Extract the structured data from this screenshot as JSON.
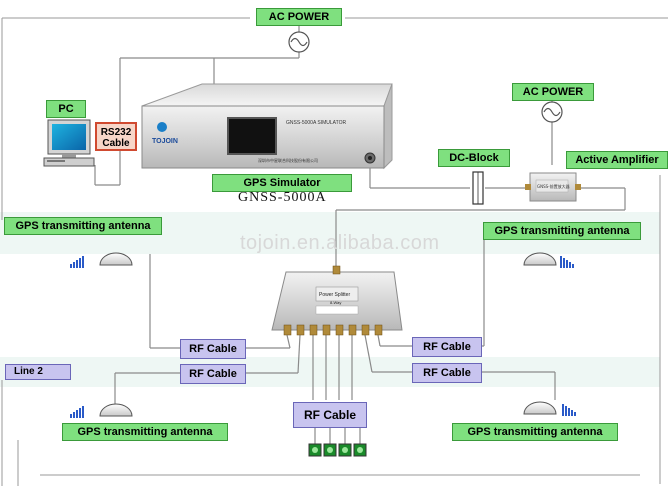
{
  "labels": {
    "ac_power_top": "AC POWER",
    "ac_power_right": "AC POWER",
    "pc": "PC",
    "rs232_line1": "RS232",
    "rs232_line2": "Cable",
    "dc_block": "DC-Block",
    "active_amplifier": "Active Amplifier",
    "gps_simulator": "GPS Simulator",
    "model": "GNSS-5000A",
    "antenna_top_left": "GPS transmitting antenna",
    "antenna_top_right": "GPS transmitting antenna",
    "antenna_bottom_left": "GPS transmitting antenna",
    "antenna_bottom_right": "GPS transmitting antenna",
    "rf_cable_left_1": "RF Cable",
    "rf_cable_left_2": "RF Cable",
    "rf_cable_right_1": "RF Cable",
    "rf_cable_right_2": "RF Cable",
    "rf_cable_center": "RF Cable",
    "line2": "Line 2",
    "watermark": "tojoin.en.alibaba.com"
  },
  "device": {
    "brand": "TOJOIN",
    "panel_title": "GNSS-5000A  SIMULATOR",
    "panel_subtitle": "深圳市中星联合科技股份有限公司",
    "splitter_title": "Power Splitter",
    "splitter_sub": "8-Way",
    "amp_label": "GNSS-前置放大器"
  },
  "colors": {
    "label_green": "#7fe07f",
    "label_rf": "#c8c4ef",
    "band": "#eef7f4",
    "line": "#8a8a8a"
  }
}
